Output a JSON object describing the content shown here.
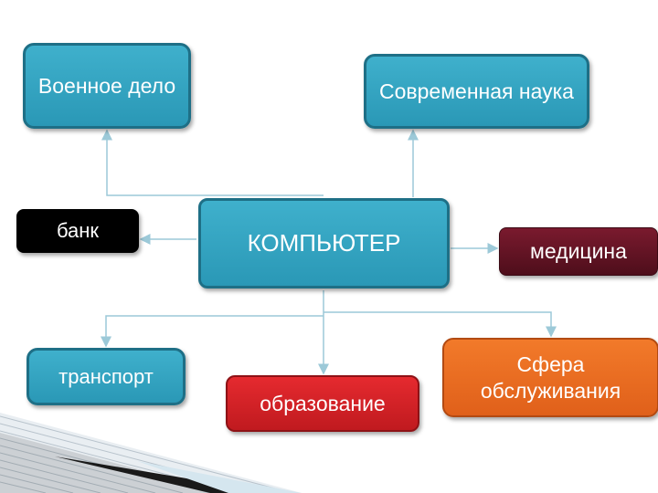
{
  "nodes": {
    "center": "КОМПЬЮТЕР",
    "military": "Военное дело",
    "science": "Современная наука",
    "bank": "банк",
    "medicine": "медицина",
    "transport": "транспорт",
    "education": "образование",
    "service": "Сфера обслуживания"
  },
  "colors": {
    "teal": "#2fa3c1",
    "bank": "#000000",
    "medicine": "#5e1222",
    "education": "#d42328",
    "service": "#ec6d22",
    "connector": "#9cc9d8"
  }
}
